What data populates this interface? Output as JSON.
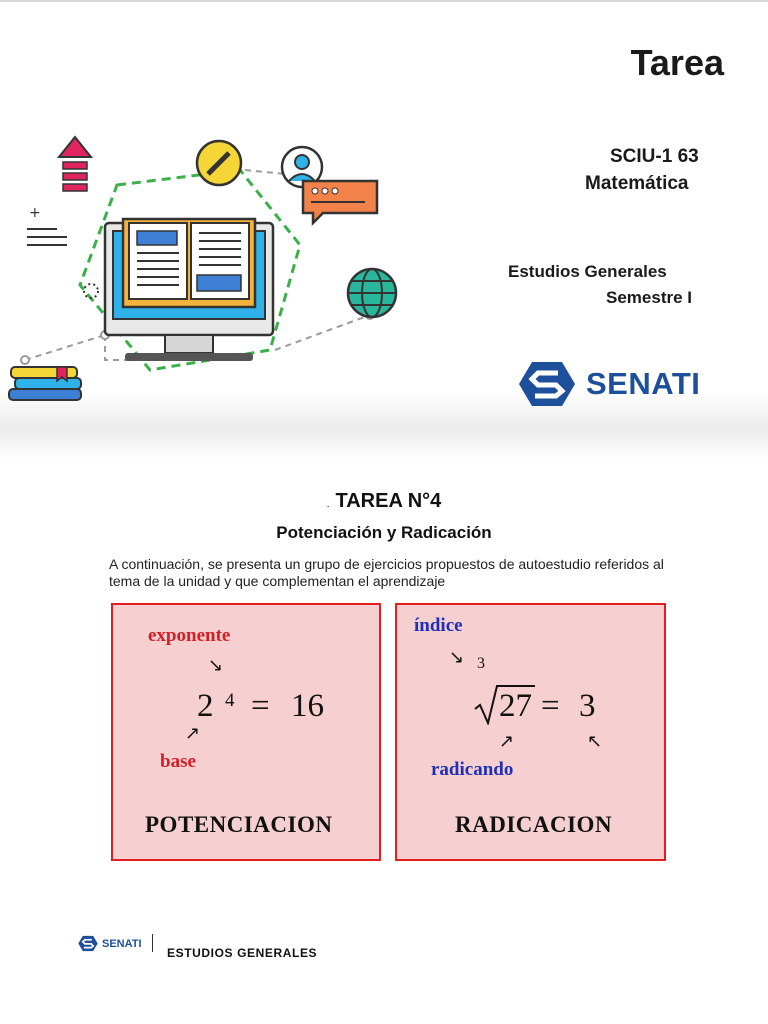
{
  "header": {
    "title": "Tarea",
    "course_code": "SCIU-1 63",
    "course_name": "Matemática",
    "department": "Estudios Generales",
    "semester": "Semestre I",
    "logo_text": "SENATI"
  },
  "task": {
    "marker": ".",
    "title": "TAREA N°4",
    "subtitle": "Potenciación y Radicación",
    "intro": "A continuación, se presenta un grupo de ejercicios propuestos de autoestudio referidos al tema de la unidad y que complementan el aprendizaje"
  },
  "potenciacion": {
    "label_exponent": "exponente",
    "base": "2",
    "exponent": "4",
    "equals": "=",
    "result": "16",
    "label_base": "base",
    "caption": "POTENCIACION"
  },
  "radicacion": {
    "label_index": "índice",
    "index": "3",
    "radicand": "27",
    "equals": "=",
    "result": "3",
    "label_radicand": "radicando",
    "caption": "RADICACION"
  },
  "footer": {
    "logo_text": "SENATI",
    "text": "ESTUDIOS GENERALES"
  },
  "colors": {
    "brand_blue": "#1d4f9a",
    "panel_fill": "#f6cfd1",
    "panel_border": "#e02020",
    "label_red": "#d31f26",
    "label_blue": "#1f2fb7"
  }
}
